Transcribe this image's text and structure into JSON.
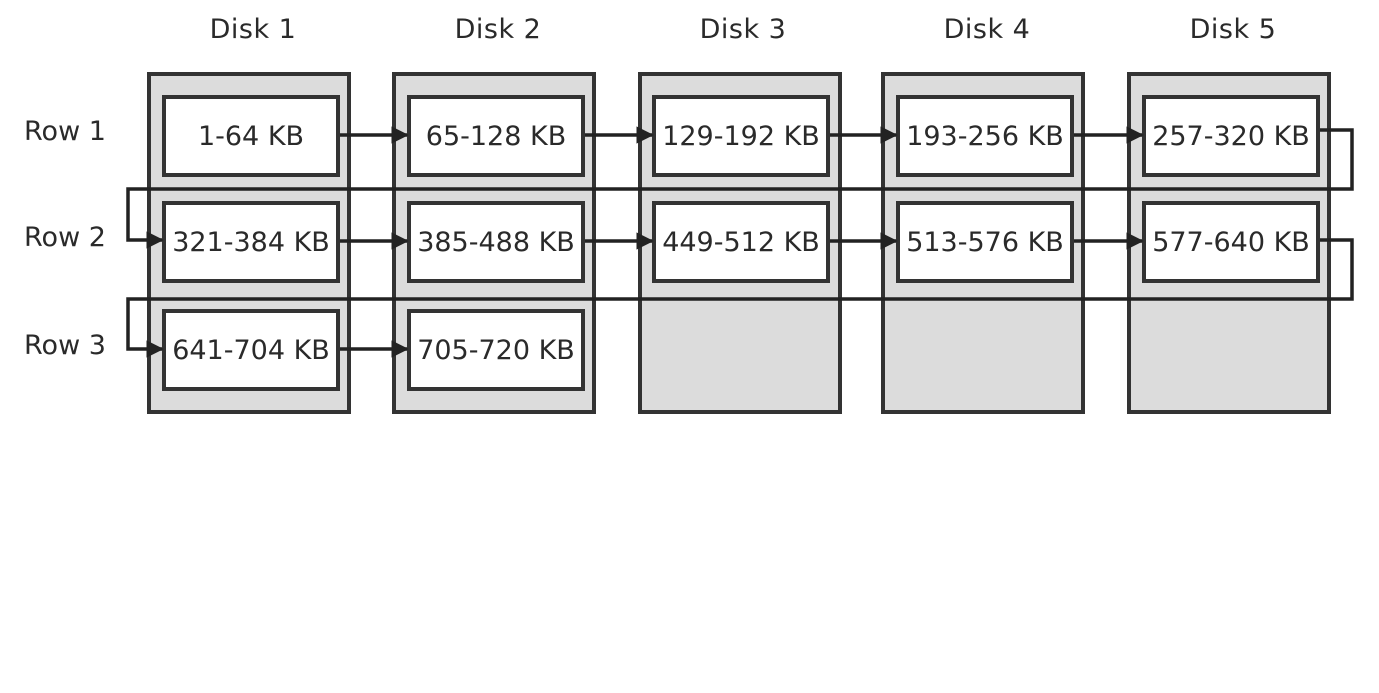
{
  "disks": [
    "Disk 1",
    "Disk 2",
    "Disk 3",
    "Disk 4",
    "Disk 5"
  ],
  "rows": [
    {
      "label": "Row 1",
      "blocks": [
        "1-64 KB",
        "65-128 KB",
        "129-192 KB",
        "193-256 KB",
        "257-320 KB"
      ]
    },
    {
      "label": "Row 2",
      "blocks": [
        "321-384 KB",
        "385-488 KB",
        "449-512 KB",
        "513-576 KB",
        "577-640 KB"
      ]
    },
    {
      "label": "Row 3",
      "blocks": [
        "641-704 KB",
        "705-720 KB"
      ]
    }
  ],
  "colors": {
    "disk_fill": "#dcdcdc",
    "outline": "#333333",
    "block_fill": "#ffffff"
  }
}
